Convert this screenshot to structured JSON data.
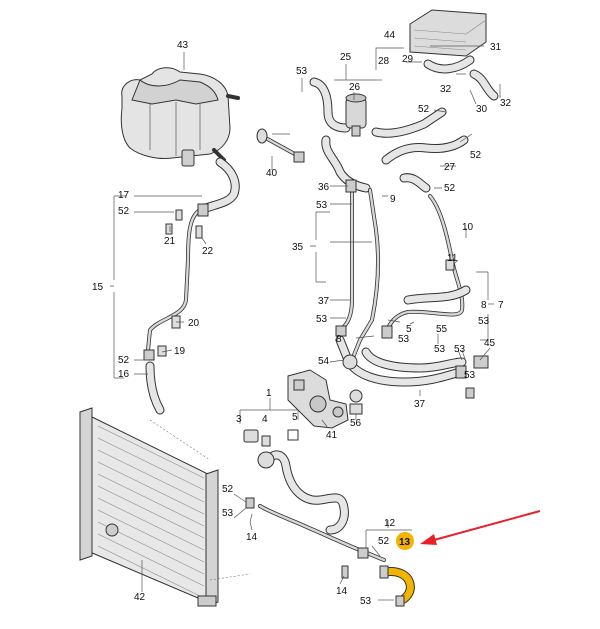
{
  "diagram": {
    "labels": {
      "p1": "1",
      "p3": "3",
      "p4": "4",
      "p5": "5",
      "p7": "7",
      "p8": "8",
      "p8b": "8",
      "p9": "9",
      "p10": "10",
      "p11": "11",
      "p12": "12",
      "p13": "13",
      "p14a": "14",
      "p14b": "14",
      "p15": "15",
      "p16": "16",
      "p17": "17",
      "p19": "19",
      "p20": "20",
      "p21": "21",
      "p22": "22",
      "p25": "25",
      "p26": "26",
      "p27": "27",
      "p28": "28",
      "p29": "29",
      "p30": "30",
      "p31": "31",
      "p32a": "32",
      "p32b": "32",
      "p35": "35",
      "p36": "36",
      "p37a": "37",
      "p37b": "37",
      "p40": "40",
      "p41": "41",
      "p42": "42",
      "p43": "43",
      "p44": "44",
      "p45": "45",
      "p52a": "52",
      "p52b": "52",
      "p52c": "52",
      "p52d": "52",
      "p52e": "52",
      "p52f": "52",
      "p52g": "52",
      "p53a": "53",
      "p53b": "53",
      "p53c": "53",
      "p53d": "53",
      "p53e": "53",
      "p53f": "53",
      "p53g": "53",
      "p53h": "53",
      "p53i": "53",
      "p54": "54",
      "p55": "55",
      "p56": "56"
    },
    "highlighted_part": "13",
    "colors": {
      "highlight": "#f2b400",
      "arrow": "#e8202a",
      "line": "#333333",
      "part_fill": "#e6e6e6"
    }
  }
}
